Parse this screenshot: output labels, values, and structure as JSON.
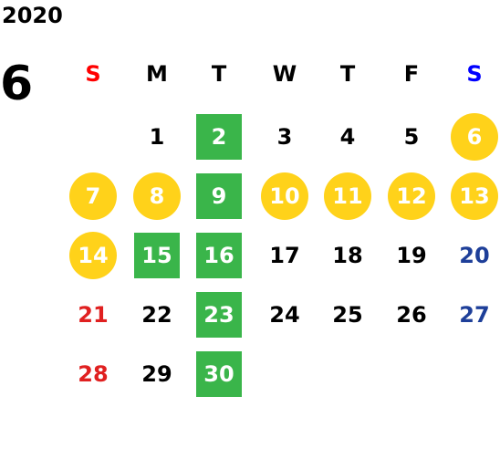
{
  "calendar": {
    "year": "2020",
    "month": "6",
    "weekdays": [
      {
        "label": "S",
        "color": "#ff0000"
      },
      {
        "label": "M",
        "color": "#000000"
      },
      {
        "label": "T",
        "color": "#000000"
      },
      {
        "label": "W",
        "color": "#000000"
      },
      {
        "label": "T",
        "color": "#000000"
      },
      {
        "label": "F",
        "color": "#000000"
      },
      {
        "label": "S",
        "color": "#0000ff"
      }
    ],
    "colors": {
      "green": "#3ab54a",
      "yellow": "#ffd21a",
      "sunday_text": "#e02020",
      "saturday_text": "#1e3f99"
    },
    "days": [
      {
        "day": "1",
        "style": "plain"
      },
      {
        "day": "2",
        "style": "green"
      },
      {
        "day": "3",
        "style": "plain"
      },
      {
        "day": "4",
        "style": "plain"
      },
      {
        "day": "5",
        "style": "plain"
      },
      {
        "day": "6",
        "style": "yellow"
      },
      {
        "day": "7",
        "style": "yellow"
      },
      {
        "day": "8",
        "style": "yellow"
      },
      {
        "day": "9",
        "style": "green"
      },
      {
        "day": "10",
        "style": "yellow"
      },
      {
        "day": "11",
        "style": "yellow"
      },
      {
        "day": "12",
        "style": "yellow"
      },
      {
        "day": "13",
        "style": "yellow"
      },
      {
        "day": "14",
        "style": "yellow"
      },
      {
        "day": "15",
        "style": "green"
      },
      {
        "day": "16",
        "style": "green"
      },
      {
        "day": "17",
        "style": "plain"
      },
      {
        "day": "18",
        "style": "plain"
      },
      {
        "day": "19",
        "style": "plain"
      },
      {
        "day": "20",
        "style": "sat"
      },
      {
        "day": "21",
        "style": "sun"
      },
      {
        "day": "22",
        "style": "plain"
      },
      {
        "day": "23",
        "style": "green"
      },
      {
        "day": "24",
        "style": "plain"
      },
      {
        "day": "25",
        "style": "plain"
      },
      {
        "day": "26",
        "style": "plain"
      },
      {
        "day": "27",
        "style": "sat"
      },
      {
        "day": "28",
        "style": "sun"
      },
      {
        "day": "29",
        "style": "plain"
      },
      {
        "day": "30",
        "style": "green"
      }
    ]
  }
}
